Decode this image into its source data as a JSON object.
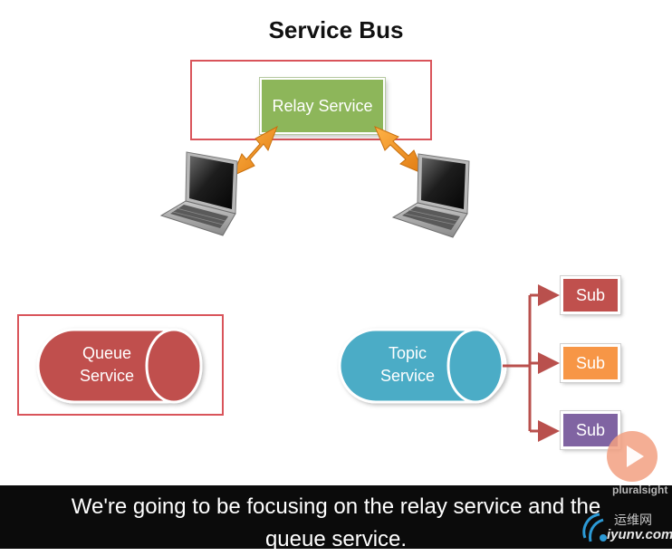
{
  "title": "Service Bus",
  "nodes": {
    "relay": "Relay Service",
    "queue_line1": "Queue",
    "queue_line2": "Service",
    "topic_line1": "Topic",
    "topic_line2": "Service",
    "subscribers": [
      "Sub",
      "Sub",
      "Sub"
    ]
  },
  "colors": {
    "relay": "#8db65a",
    "queue": "#c0504d",
    "topic": "#4bacc6",
    "sub_red": "#c0504d",
    "sub_orange": "#f79646",
    "sub_purple": "#8064a2",
    "highlight_box": "#d9545a",
    "arrow": "#f0931e"
  },
  "caption": {
    "line1": "We're going to be focusing on the relay service and the",
    "line2": "queue service."
  },
  "watermark": {
    "brand": "pluralsight",
    "site_cn": "运维网",
    "site": "iyunv.com"
  }
}
